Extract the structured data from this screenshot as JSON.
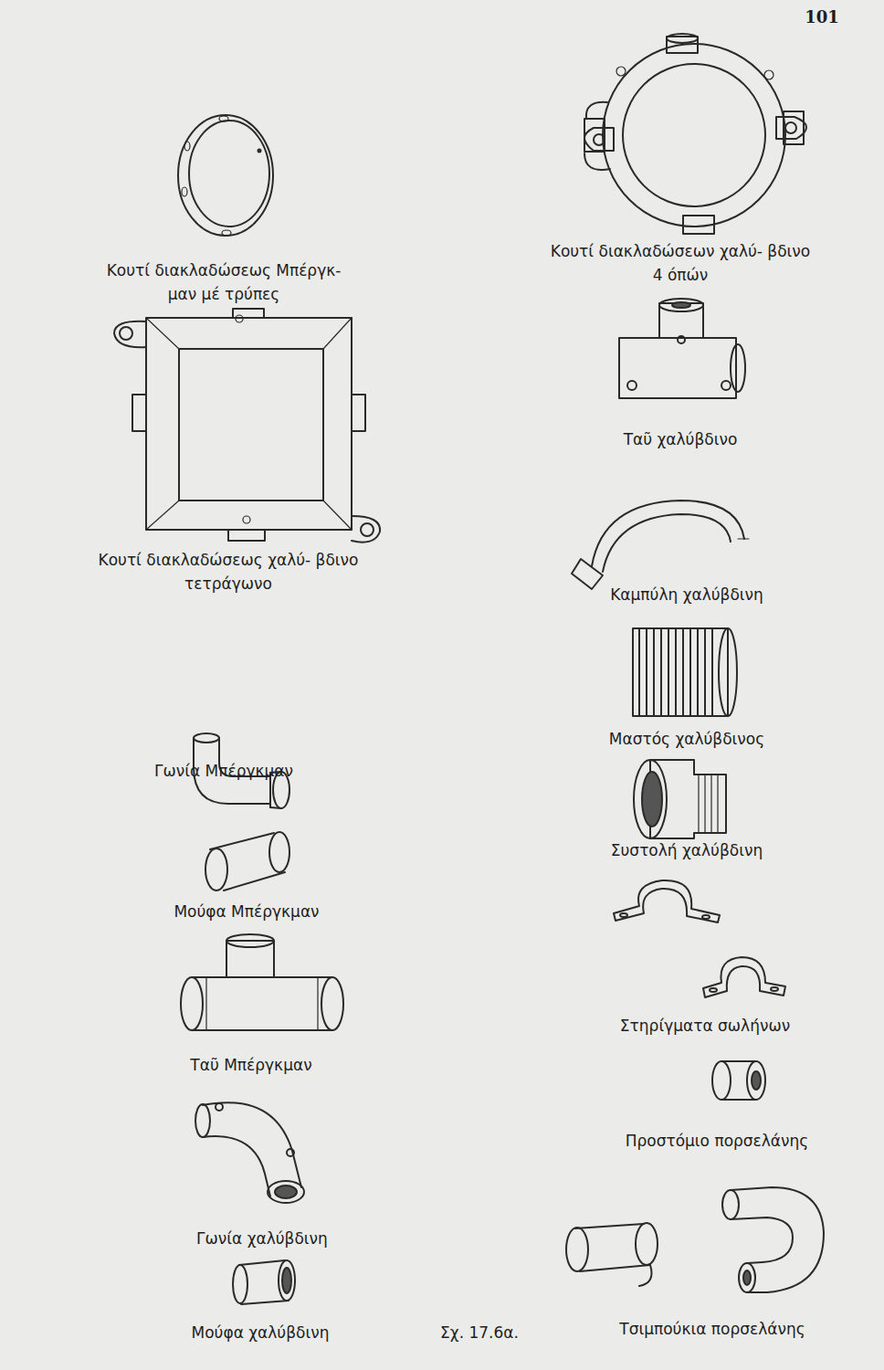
{
  "diagram": {
    "caption": "Σχ. 17.6α.",
    "labels": [
      "101",
      "Κουτί διακλαδώσεως Μπέργκ- μαν μέ τρύπες",
      "Κουτί διακλαδώσεων χαλύ- βδινο 4 όπών",
      "Ταῦ χαλύβδινο",
      "Κουτί διακλαδώσεως χαλύ- βδινο τετράγωνο",
      "Καμπύλη χαλύβδινη",
      "Μαστός χαλύβδινος",
      "Γωνία Μπέργκμαν",
      "Συστολή χαλύβδινη",
      "Μούφα Μπέργκμαν",
      "Στηρίγματα σωλήνων",
      "Ταῦ Μπέργκμαν",
      "Προστόμιο πορσελάνης",
      "Γωνία χαλύβδινη",
      "Μούφα χαλύβδινη",
      "Τσιμπούκια πορσελάνης"
    ]
  }
}
